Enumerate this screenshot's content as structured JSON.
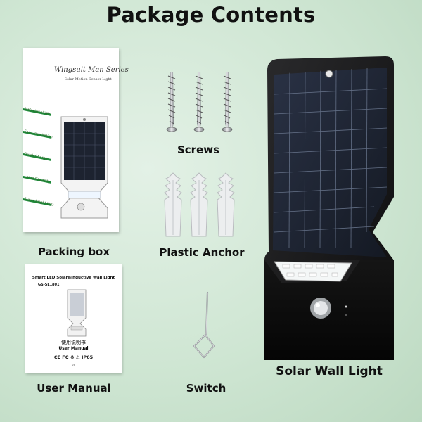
{
  "title": "Package Contents",
  "items": {
    "packing_box": "Packing box",
    "screws": "Screws",
    "plastic_anchor": "Plastic Anchor",
    "user_manual": "User Manual",
    "switch": "Switch",
    "solar_wall_light": "Solar Wall Light"
  },
  "box": {
    "series": "Wingsuit Man Series",
    "subtitle": "— Solar Motion Sensor Light",
    "features": [
      "9 Electrical Wir",
      "Easy Installation",
      "Quick Charge",
      "Large Capacity",
      "Super Bright LED"
    ]
  },
  "manual": {
    "heading": "Smart LED Solar&Inductive Wall Light",
    "model": "GS-SL1801",
    "cn_title": "使用说明书",
    "title": "User Manual",
    "certs": "CE  FC  ♻  ⚠  IP65",
    "page": "P1"
  },
  "colors": {
    "background": "#cfe6d3",
    "accent_green": "#1f8a3a",
    "panel": "#1c2230"
  }
}
